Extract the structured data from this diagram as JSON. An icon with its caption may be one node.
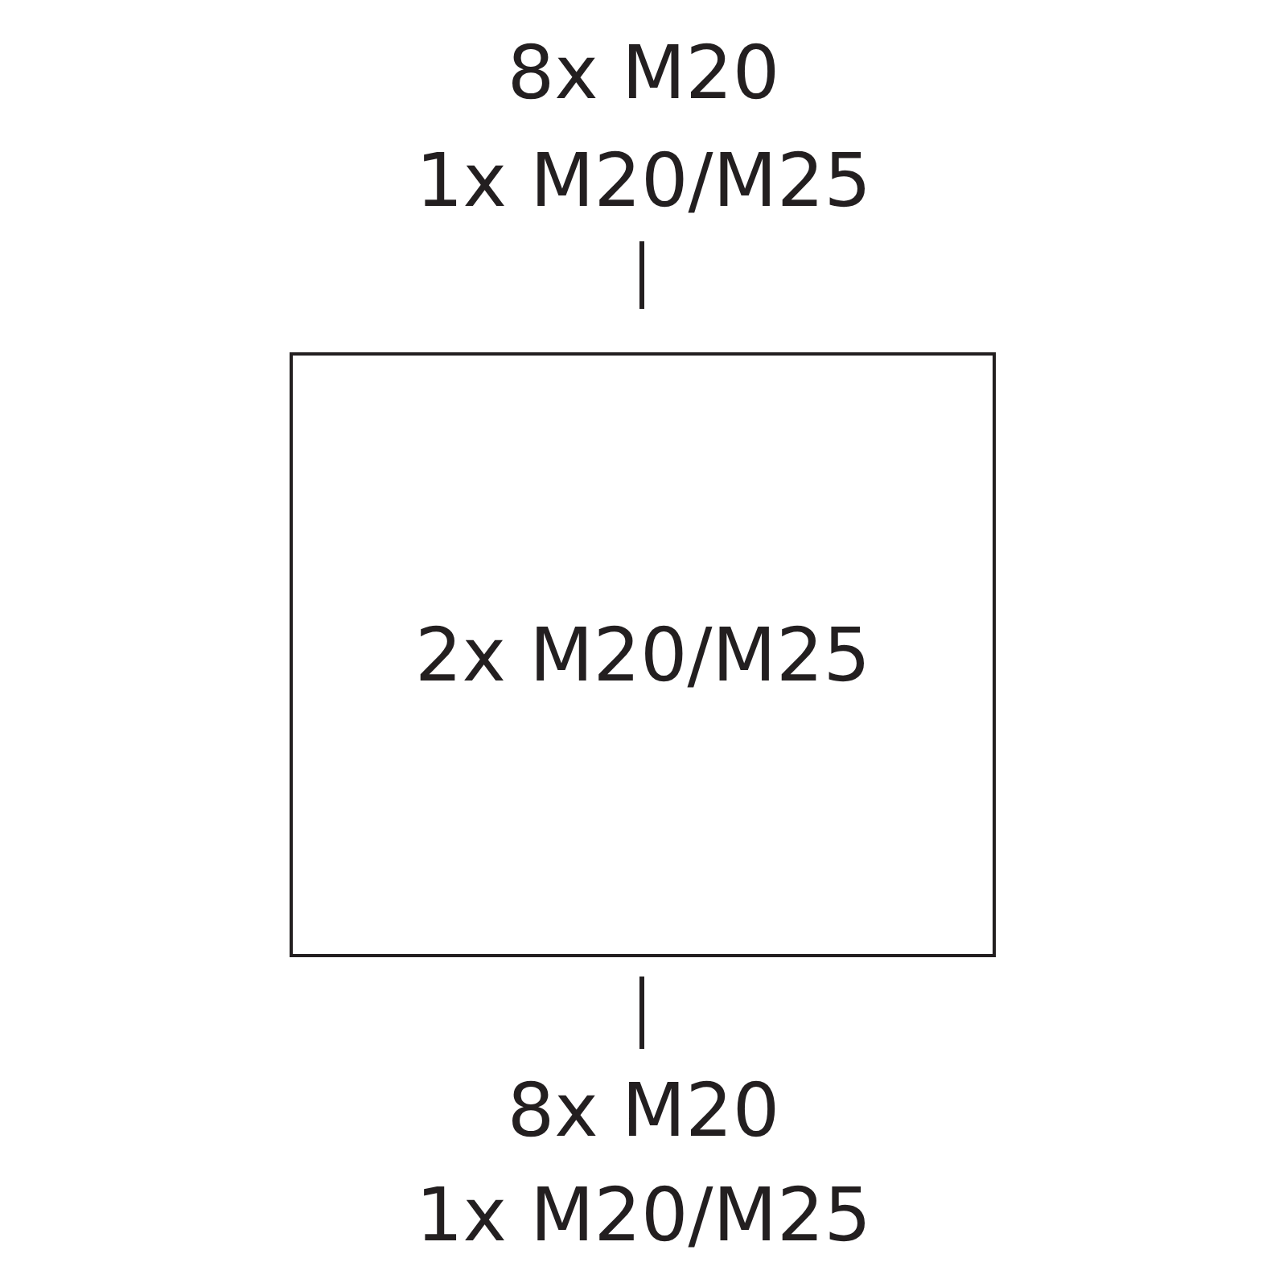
{
  "diagram": {
    "nodes": [
      {
        "text": [
          "2x M20/M25"
        ]
      }
    ],
    "labels": [
      "8x M20",
      "1x M20/M25",
      "8x M20",
      "1x M20/M25"
    ]
  }
}
